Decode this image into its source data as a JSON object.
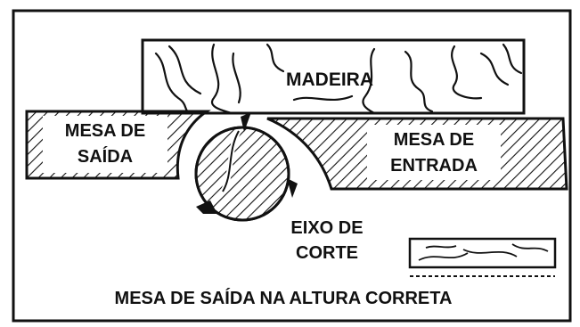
{
  "labels": {
    "wood": "MADEIRA",
    "outfeed_line1": "MESA DE",
    "outfeed_line2": "SAÍDA",
    "infeed_line1": "MESA DE",
    "infeed_line2": "ENTRADA",
    "cutter_line1": "EIXO DE",
    "cutter_line2": "CORTE",
    "caption": "MESA DE SAÍDA NA ALTURA CORRETA"
  },
  "colors": {
    "ink": "#111111",
    "paper": "#ffffff"
  }
}
